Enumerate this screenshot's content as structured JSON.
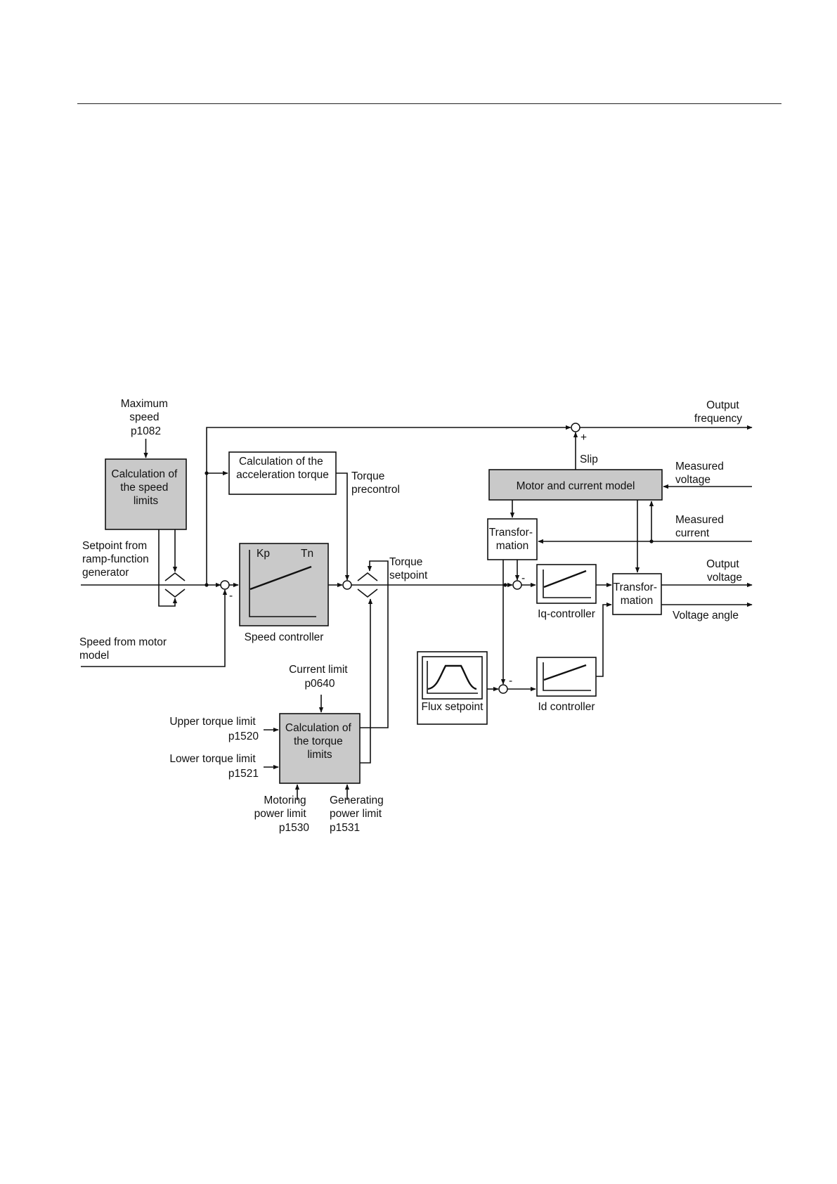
{
  "diagram": {
    "inputs": {
      "max_speed": [
        "Maximum",
        "speed",
        "p1082"
      ],
      "setpoint": [
        "Setpoint from",
        "ramp-function",
        "generator"
      ],
      "speed_motor": [
        "Speed from motor",
        "model"
      ],
      "current_limit": [
        "Current limit",
        "p0640"
      ],
      "upper_torque": [
        "Upper torque limit",
        "p1520"
      ],
      "lower_torque": [
        "Lower torque limit",
        "p1521"
      ],
      "motoring_power": [
        "Motoring",
        "power limit",
        "p1530"
      ],
      "generating_power": [
        "Generating",
        "power limit",
        "p1531"
      ],
      "measured_voltage": [
        "Measured",
        "voltage"
      ],
      "measured_current": [
        "Measured",
        "current"
      ]
    },
    "outputs": {
      "output_frequency": [
        "Output",
        "frequency"
      ],
      "output_voltage": [
        "Output",
        "voltage"
      ],
      "voltage_angle": "Voltage angle"
    },
    "blocks": {
      "speed_limits": [
        "Calculation of",
        "the speed",
        "limits"
      ],
      "accel_torque": [
        "Calculation of the",
        "acceleration torque"
      ],
      "speed_controller": {
        "kp": "Kp",
        "tn": "Tn",
        "caption": "Speed controller"
      },
      "torque_limits": [
        "Calculation of",
        "the torque",
        "limits"
      ],
      "motor_model": "Motor and current model",
      "transformation1": [
        "Transfor-",
        "mation"
      ],
      "transformation2": [
        "Transfor-",
        "mation"
      ],
      "iq_controller": "Iq-controller",
      "id_controller": "Id controller",
      "flux_setpoint": "Flux setpoint"
    },
    "signals": {
      "torque_precontrol": [
        "Torque",
        "precontrol"
      ],
      "torque_setpoint": [
        "Torque",
        "setpoint"
      ],
      "slip": "Slip",
      "plus": "+",
      "minus": "-"
    }
  }
}
